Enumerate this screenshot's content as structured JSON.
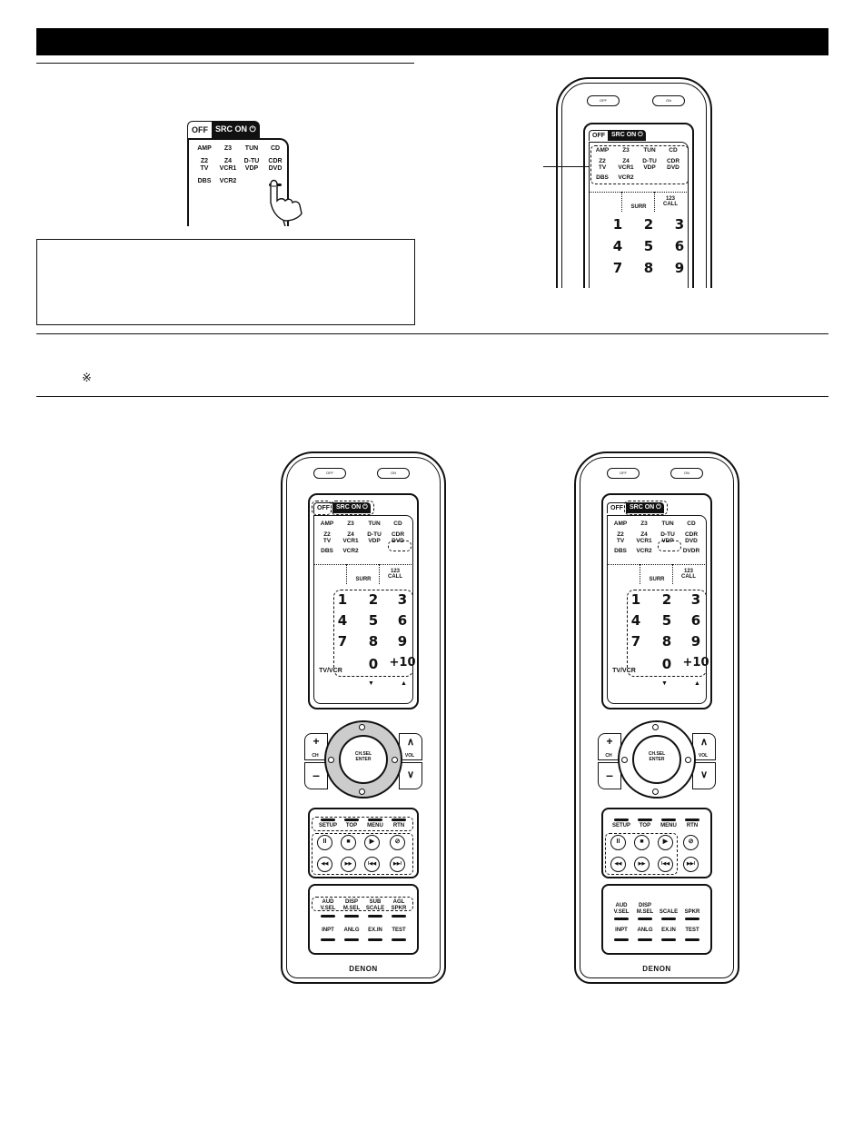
{
  "page": {
    "reference_mark": "※"
  },
  "inset": {
    "tab_off": "OFF",
    "tab_src_on": "SRC ON ⏻",
    "rows": [
      [
        "AMP",
        "Z3",
        "TUN",
        "CD"
      ],
      [
        "Z2\nTV",
        "Z4\nVCR1",
        "D-TU\nVDP",
        "CDR\nDVD"
      ],
      [
        "DBS",
        "VCR2",
        "",
        ""
      ]
    ]
  },
  "remote_top": {
    "off_label": "OFF",
    "on_label": "ON",
    "tab_off": "OFF",
    "tab_src_on": "SRC ON ⏻",
    "rows": [
      [
        "AMP",
        "Z3",
        "TUN",
        "CD"
      ],
      [
        "Z2\nTV",
        "Z4\nVCR1",
        "D-TU\nVDP",
        "CDR\nDVD"
      ],
      [
        "DBS",
        "VCR2",
        "",
        ""
      ]
    ],
    "surr": "SURR",
    "call": "123\nCALL",
    "numbers": [
      "1",
      "2",
      "3",
      "4",
      "5",
      "6",
      "7",
      "8",
      "9"
    ]
  },
  "remote_a": {
    "off_label": "OFF",
    "on_label": "ON",
    "tab_off": "OFF",
    "tab_src_on": "SRC ON ⏻",
    "rows": [
      [
        "AMP",
        "Z3",
        "TUN",
        "CD"
      ],
      [
        "Z2\nTV",
        "Z4\nVCR1",
        "D-TU\nVDP",
        "CDR\nDVD"
      ],
      [
        "DBS",
        "VCR2",
        "",
        ""
      ]
    ],
    "surr": "SURR",
    "call": "123\nCALL",
    "numbers": [
      "1",
      "2",
      "3",
      "4",
      "5",
      "6",
      "7",
      "8",
      "9",
      "0",
      "+10"
    ],
    "tv_vcr": "TV/VCR",
    "ch_plus": "+",
    "ch_label": "CH",
    "ch_minus": "–",
    "vol_up": "∧",
    "vol_label": "VOL",
    "vol_down": "∨",
    "enter": "CH.SEL\nENTER",
    "menu_row": [
      "SETUP",
      "TOP",
      "MENU",
      "RTN"
    ],
    "transport_top": [
      "II",
      "■",
      "▶",
      "⊘"
    ],
    "transport_bottom": [
      "◀◀",
      "▶▶",
      "I◀◀",
      "▶▶I"
    ],
    "func_row1": [
      "AUD\nV.SEL",
      "DISP\nM.SEL",
      "SUB\nSCALE",
      "AGL\nSPKR"
    ],
    "func_row2": [
      "INPT",
      "ANLG",
      "EX.IN",
      "TEST"
    ],
    "brand": "DENON"
  },
  "remote_b": {
    "off_label": "OFF",
    "on_label": "ON",
    "tab_off": "OFF",
    "tab_src_on": "SRC ON ⏻",
    "rows": [
      [
        "AMP",
        "Z3",
        "TUN",
        "CD"
      ],
      [
        "Z2\nTV",
        "Z4\nVCR1",
        "D-TU\nVDP",
        "CDR\nDVD"
      ],
      [
        "DBS",
        "VCR2",
        "",
        "DVDR"
      ]
    ],
    "surr": "SURR",
    "call": "123\nCALL",
    "numbers": [
      "1",
      "2",
      "3",
      "4",
      "5",
      "6",
      "7",
      "8",
      "9",
      "0",
      "+10"
    ],
    "tv_vcr": "TV/VCR",
    "ch_plus": "+",
    "ch_label": "CH",
    "ch_minus": "–",
    "vol_up": "∧",
    "vol_label": "VOL",
    "vol_down": "∨",
    "enter": "CH.SEL\nENTER",
    "menu_row": [
      "SETUP",
      "TOP",
      "MENU",
      "RTN"
    ],
    "transport_top": [
      "II",
      "■",
      "▶",
      "⊘"
    ],
    "transport_bottom": [
      "◀◀",
      "▶▶",
      "I◀◀",
      "▶▶I"
    ],
    "func_row1": [
      "AUD\nV.SEL",
      "DISP\nM.SEL",
      "SCALE",
      "SPKR"
    ],
    "func_row2": [
      "INPT",
      "ANLG",
      "EX.IN",
      "TEST"
    ],
    "brand": "DENON"
  }
}
